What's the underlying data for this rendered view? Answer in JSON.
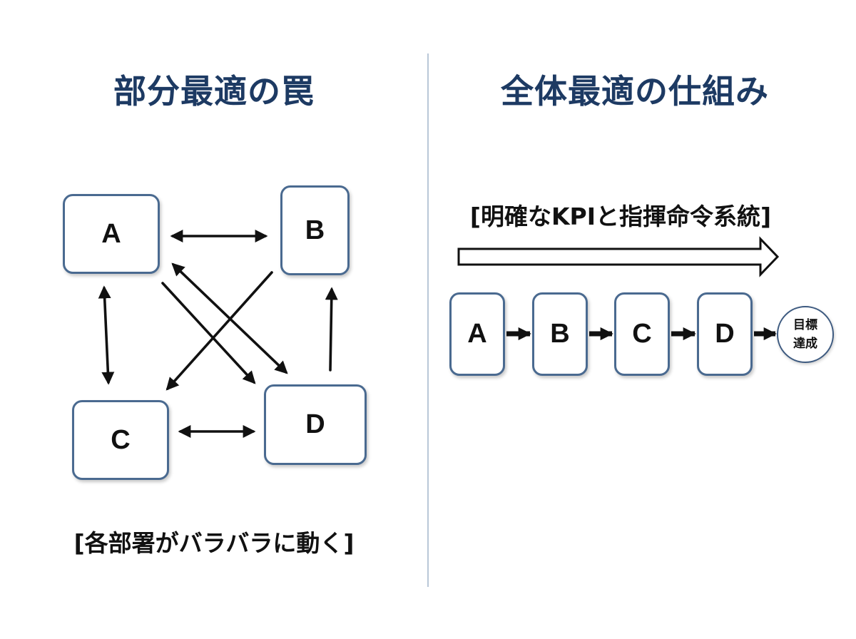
{
  "left_panel": {
    "title": "部分最適の罠",
    "caption": "[各部署がバラバラに動く]",
    "nodes": {
      "a": "A",
      "b": "B",
      "c": "C",
      "d": "D"
    }
  },
  "right_panel": {
    "title": "全体最適の仕組み",
    "caption": "[明確なKPIと指揮命令系統]",
    "flow_nodes": [
      "A",
      "B",
      "C",
      "D"
    ],
    "goal": "目標\n達成"
  },
  "colors": {
    "title": "#1d3a63",
    "box_border": "#4a6a90",
    "arrow": "#111111",
    "divider": "#b9c7d8"
  }
}
